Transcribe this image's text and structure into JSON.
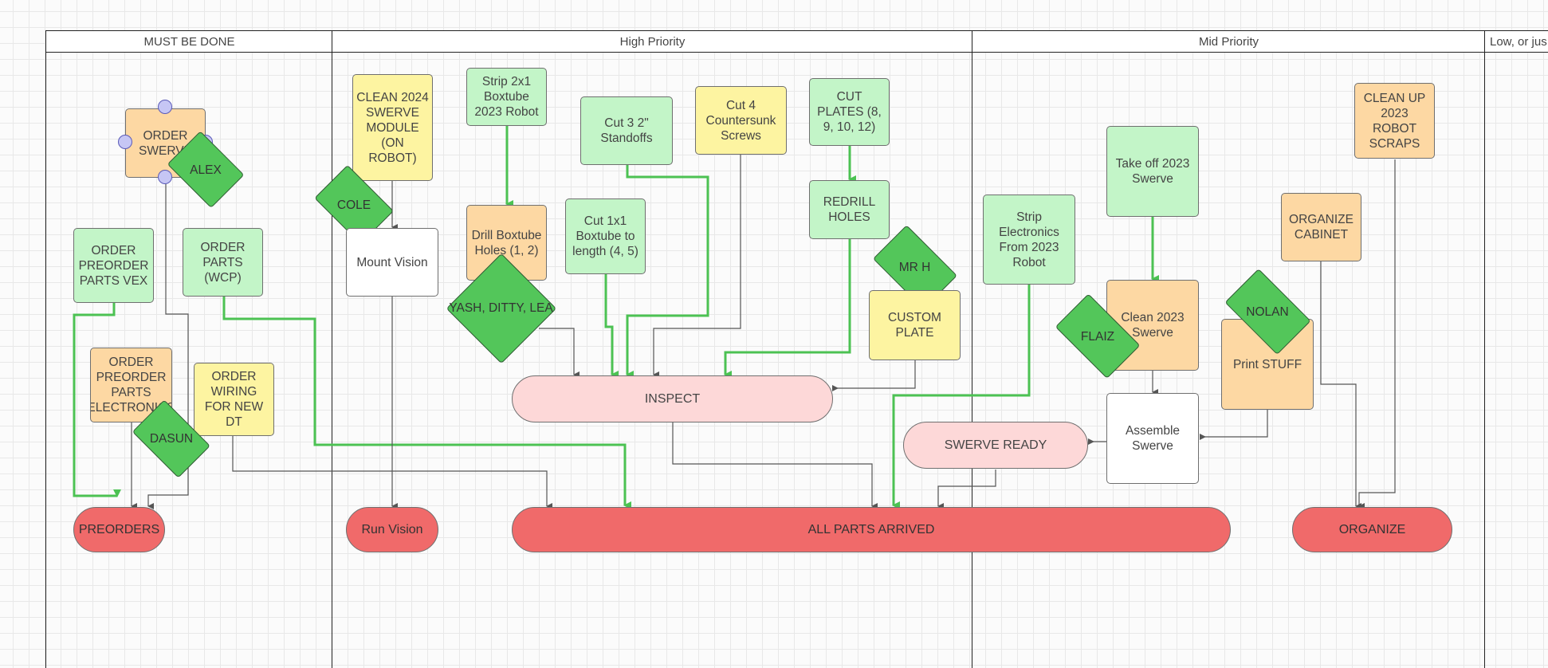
{
  "lanes": {
    "must": "MUST BE DONE",
    "high": "High Priority",
    "mid": "Mid Priority",
    "low": "Low, or jus"
  },
  "shapes": {
    "order_swerve": "ORDER SWERVE",
    "order_preorder_vex": "ORDER PREORDER PARTS VEX",
    "order_parts_wcp": "ORDER PARTS (WCP)",
    "order_preorder_electronics": "ORDER PREORDER PARTS ELECTRONICS",
    "order_wiring": "ORDER WIRING FOR NEW DT",
    "clean_2024_swerve": "CLEAN 2024 SWERVE MODULE (ON ROBOT)",
    "mount_vision": "Mount Vision",
    "strip_2x1": "Strip 2x1 Boxtube 2023 Robot",
    "drill_boxtube": "Drill Boxtube Holes (1, 2)",
    "cut_standoffs": "Cut 3 2\" Standoffs",
    "cut_1x1": "Cut 1x1 Boxtube to length (4, 5)",
    "cut_countersunk": "Cut 4 Countersunk Screws",
    "cut_plates": "CUT PLATES (8, 9, 10, 12)",
    "redrill_holes": "REDRILL HOLES",
    "custom_plate": "CUSTOM PLATE",
    "strip_electronics": "Strip Electronics From 2023 Robot",
    "take_off_swerve": "Take off 2023 Swerve",
    "clean_2023_swerve": "Clean 2023 Swerve",
    "assemble_swerve": "Assemble Swerve",
    "organize_cabinet": "ORGANIZE CABINET",
    "print_stuff": "Print STUFF",
    "clean_up_scraps": "CLEAN UP 2023 ROBOT SCRAPS",
    "inspect": "INSPECT",
    "swerve_ready": "SWERVE READY",
    "preorders": "PREORDERS",
    "run_vision": "Run Vision",
    "all_parts_arrived": "ALL PARTS ARRIVED",
    "organize": "ORGANIZE"
  },
  "people": {
    "alex": "ALEX",
    "dasun": "DASUN",
    "cole": "COLE",
    "yash": "YASH, DITTY, LEA",
    "mr_h": "MR H",
    "flaiz": "FLAIZ",
    "nolan": "NOLAN"
  },
  "colors": {
    "green_box": "#c3f5c8",
    "orange_box": "#fdd8a3",
    "yellow_box": "#fdf4a1",
    "pink_pill": "#fdd8d8",
    "red_pill": "#f06a6a",
    "person_diamond": "#53c65a",
    "green_connector": "#4cc253",
    "black_connector": "#555555"
  }
}
